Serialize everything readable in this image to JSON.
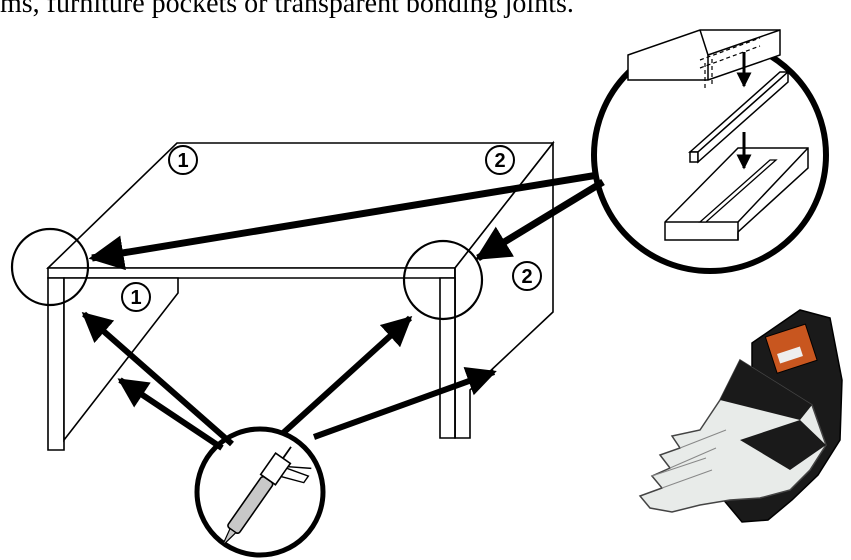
{
  "caption": "ms, furniture pockets or transparent bonding joints.",
  "callouts": {
    "top_left": "1",
    "top_right": "2",
    "side_right": "2",
    "side_left": "1"
  },
  "icons": {
    "detail": "joint-detail-icon",
    "tool": "caulking-gun-icon",
    "gloves": "work-gloves-icon"
  },
  "colors": {
    "line": "#000000",
    "background": "#ffffff",
    "glove_light": "#e8ebe9",
    "glove_dark": "#161616",
    "glove_tag": "#c8561f"
  }
}
